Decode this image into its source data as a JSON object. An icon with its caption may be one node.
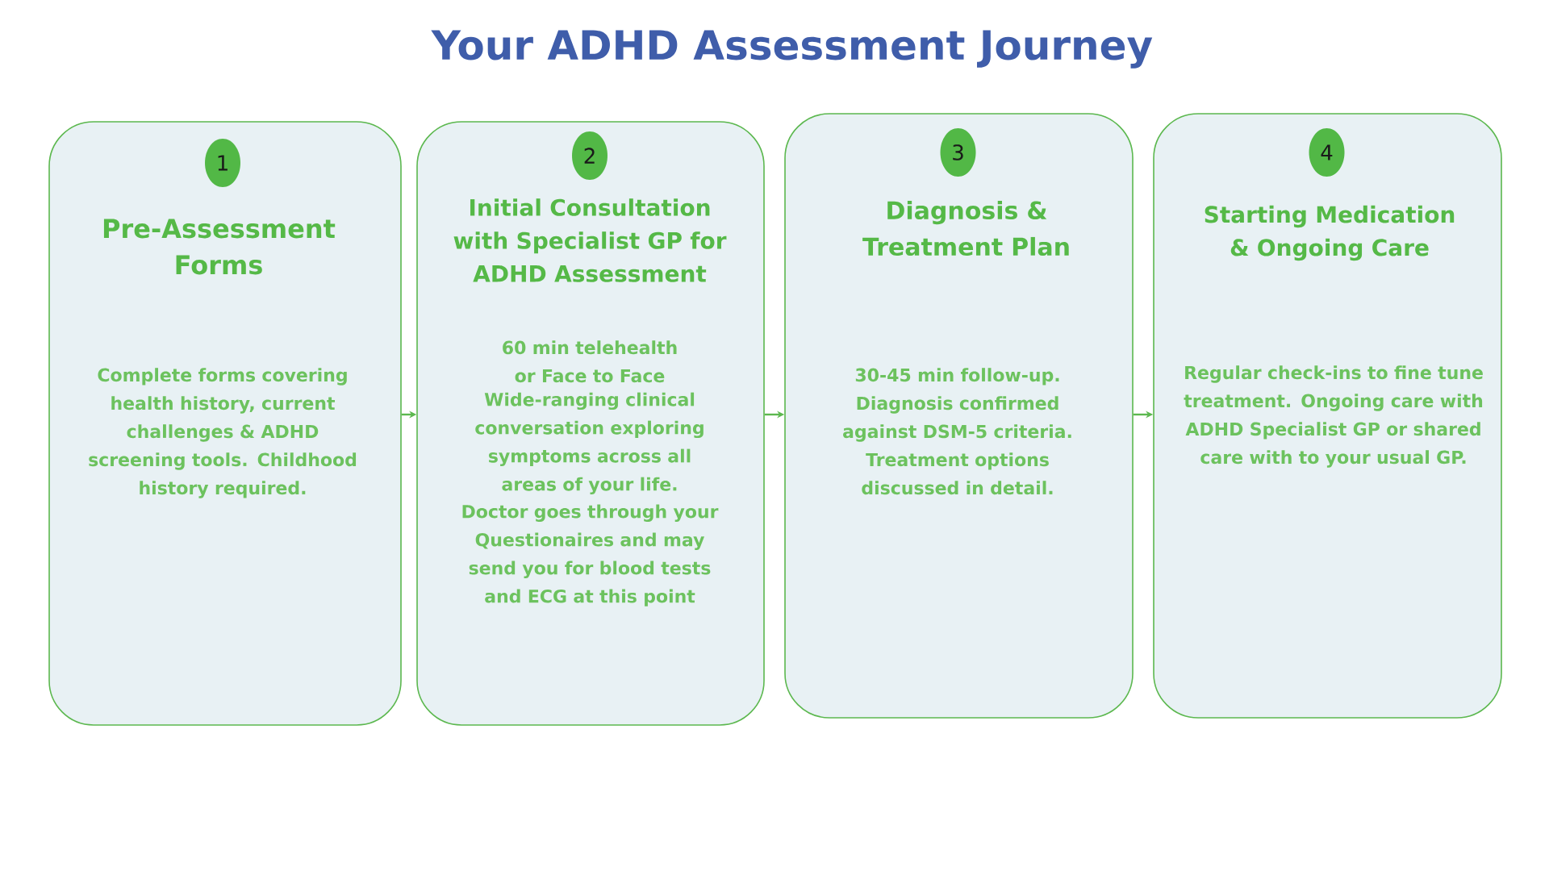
{
  "diagram": {
    "title": "Your ADHD Assessment Journey",
    "nodes": [
      {
        "text": [
          "Pre-Assessment Forms",
          "Complete forms covering health history, current challenges & ADHD screening tools. Childhood history required."
        ]
      },
      {
        "text": [
          "1"
        ],
        "in": 0
      },
      {
        "text": [
          "Initial Consultation with Specialist GP for ADHD Assessment",
          "60 min telehealth or Face to Face",
          "Wide-ranging clinical conversation exploring symptoms across all areas of your life.",
          "Doctor goes through your Questionaires and may send you for blood tests and ECG at this point"
        ]
      },
      {
        "text": [
          "2"
        ],
        "in": 2
      },
      {
        "text": [
          "Diagnosis & Treatment Plan",
          "30-45 min follow-up. Diagnosis confirmed against DSM-5 criteria. Treatment options discussed in detail."
        ]
      },
      {
        "text": [
          "3"
        ],
        "in": 4
      },
      {
        "text": [
          "Starting Medication & Ongoing Care",
          "Regular check-ins to fine tune treatment. Ongoing care with ADHD Specialist GP or shared care with to your usual GP."
        ]
      },
      {
        "text": [
          "4"
        ],
        "in": 6
      }
    ],
    "edges": [
      {
        "from": 0,
        "to": 2,
        "arrow": "to"
      },
      {
        "from": 2,
        "to": 4,
        "arrow": "to"
      },
      {
        "from": 4,
        "to": 6,
        "arrow": "to"
      }
    ]
  }
}
